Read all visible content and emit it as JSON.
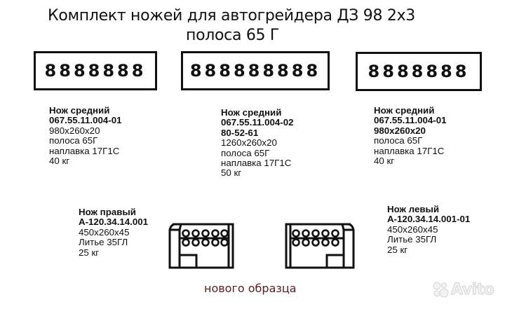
{
  "title": {
    "line1": "Комплект ножей для автогрейдера ДЗ 98 2х3",
    "line2": "полоса 65 Г"
  },
  "blades": {
    "left_box": {
      "holes": "8888888"
    },
    "mid_box": {
      "holes": "888888888"
    },
    "right_box": {
      "holes": "8888888"
    }
  },
  "specs": {
    "middle_left": {
      "name": "Нож средний",
      "part_no": "067.55.11.004-01",
      "size": "980х260х20",
      "material": "полоса 65Г",
      "cladding": "наплавка 17Г1С",
      "weight": "40 кг"
    },
    "middle_center": {
      "name": "Нож средний",
      "part_no": "067.55.11.004-02",
      "alt_no": "80-52-61",
      "size": "1260х260х20",
      "material": "полоса 65Г",
      "cladding": "наплавка 17Г1С",
      "weight": "50 кг"
    },
    "middle_right": {
      "name": "Нож средний",
      "part_no": "067.55.11.004-01",
      "size": "980х260х20",
      "material": "полоса 65Г",
      "cladding": "наплавка 17Г1С",
      "weight": "40 кг"
    },
    "right_knife": {
      "name": "Нож правый",
      "part_no": "А-120.34.14.001",
      "size": "450х260х45",
      "material": "Литье 35ГЛ",
      "weight": "25 кг"
    },
    "left_knife": {
      "name": "Нож левый",
      "part_no": "А-120.34.14.001-01",
      "size": "450х260х45",
      "material": "Литье 35ГЛ",
      "weight": "25 кг"
    }
  },
  "footer": {
    "note": "нового образца",
    "note_color": "#5a1a22"
  },
  "watermark": {
    "text": "Avito",
    "icon": "avito-bubbles-icon"
  }
}
